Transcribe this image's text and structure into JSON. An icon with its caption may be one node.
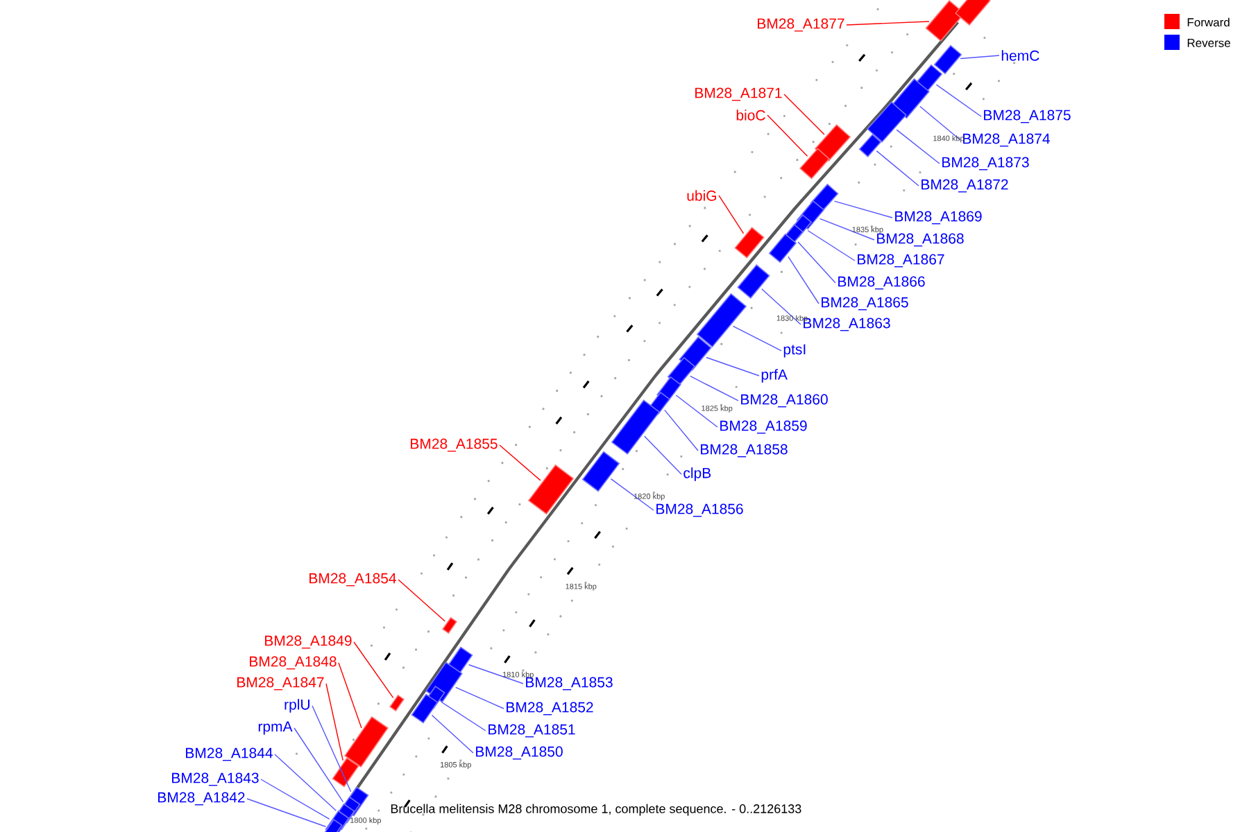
{
  "diagram": {
    "title": "Brucella melitensis M28 chromosome 1, complete sequence. - 0..2126133",
    "nodes": [
      {
        "text": [
          "BM28_A1877"
        ]
      },
      {
        "text": [],
        "shape": "box"
      },
      {
        "text": [
          "hemC"
        ]
      },
      {
        "text": [],
        "shape": "box"
      },
      {
        "text": [
          "BM28_A1871"
        ]
      },
      {
        "text": [],
        "shape": "box"
      },
      {
        "text": [
          "bioC"
        ]
      },
      {
        "text": [],
        "shape": "box"
      },
      {
        "text": [
          "BM28_A1875"
        ]
      },
      {
        "text": [],
        "shape": "box"
      },
      {
        "text": [
          "BM28_A1874"
        ]
      },
      {
        "text": [],
        "shape": "box"
      },
      {
        "text": [
          "BM28_A1873"
        ]
      },
      {
        "text": [],
        "shape": "box"
      },
      {
        "text": [
          "BM28_A1872"
        ]
      },
      {
        "text": [],
        "shape": "box"
      },
      {
        "text": [
          "ubiG"
        ]
      },
      {
        "text": [],
        "shape": "box"
      },
      {
        "text": [
          "BM28_A1869"
        ]
      },
      {
        "text": [],
        "shape": "box"
      },
      {
        "text": [
          "BM28_A1868"
        ]
      },
      {
        "text": [],
        "shape": "box"
      },
      {
        "text": [
          "BM28_A1867"
        ]
      },
      {
        "text": [],
        "shape": "box"
      },
      {
        "text": [
          "BM28_A1866"
        ]
      },
      {
        "text": [],
        "shape": "box"
      },
      {
        "text": [
          "BM28_A1865"
        ]
      },
      {
        "text": [],
        "shape": "box"
      },
      {
        "text": [
          "BM28_A1863"
        ]
      },
      {
        "text": [],
        "shape": "box"
      },
      {
        "text": [
          "ptsI"
        ]
      },
      {
        "text": [],
        "shape": "box"
      },
      {
        "text": [
          "prfA"
        ]
      },
      {
        "text": [],
        "shape": "box"
      },
      {
        "text": [
          "BM28_A1860"
        ]
      },
      {
        "text": [],
        "shape": "box"
      },
      {
        "text": [
          "BM28_A1859"
        ]
      },
      {
        "text": [],
        "shape": "box"
      },
      {
        "text": [
          "BM28_A1855"
        ]
      },
      {
        "text": [],
        "shape": "box"
      },
      {
        "text": [
          "BM28_A1858"
        ]
      },
      {
        "text": [],
        "shape": "box"
      },
      {
        "text": [
          "clpB"
        ]
      },
      {
        "text": [],
        "shape": "box"
      },
      {
        "text": [
          "BM28_A1856"
        ]
      },
      {
        "text": [],
        "shape": "box"
      },
      {
        "text": [
          "BM28_A1854"
        ]
      },
      {
        "text": [],
        "shape": "box"
      },
      {
        "text": [
          "BM28_A1849"
        ]
      },
      {
        "text": [],
        "shape": "box"
      },
      {
        "text": [
          "BM28_A1848"
        ]
      },
      {
        "text": [],
        "shape": "box"
      },
      {
        "text": [
          "BM28_A1853"
        ]
      },
      {
        "text": [],
        "shape": "box"
      },
      {
        "text": [
          "BM28_A1847"
        ]
      },
      {
        "text": [],
        "shape": "box"
      },
      {
        "text": [
          "rplU"
        ]
      },
      {
        "text": [],
        "shape": "box"
      },
      {
        "text": [
          "BM28_A1852"
        ]
      },
      {
        "text": [],
        "shape": "box"
      },
      {
        "text": [
          "rpmA"
        ]
      },
      {
        "text": [],
        "shape": "box"
      },
      {
        "text": [
          "BM28_A1851"
        ]
      },
      {
        "text": [],
        "shape": "box"
      },
      {
        "text": [
          "BM28_A1850"
        ]
      },
      {
        "text": [],
        "shape": "box"
      },
      {
        "text": [
          "BM28_A1844"
        ]
      },
      {
        "text": [],
        "shape": "box"
      },
      {
        "text": [
          "BM28_A1843"
        ]
      },
      {
        "text": [],
        "shape": "box"
      },
      {
        "text": [
          "BM28_A1842"
        ]
      },
      {
        "text": [],
        "shape": "box"
      },
      {
        "text": [],
        "shape": "box"
      }
    ],
    "edges": [
      {
        "from": 0,
        "to": 1,
        "arrow": "none",
        "color": "#ff0000"
      },
      {
        "from": 2,
        "to": 3,
        "arrow": "none"
      },
      {
        "from": 4,
        "to": 5,
        "arrow": "none",
        "color": "#ff0000"
      },
      {
        "from": 6,
        "to": 7,
        "arrow": "none",
        "color": "#ff0000"
      },
      {
        "from": 8,
        "to": 9,
        "arrow": "none"
      },
      {
        "from": 10,
        "to": 11,
        "arrow": "none"
      },
      {
        "from": 12,
        "to": 13,
        "arrow": "none"
      },
      {
        "from": 14,
        "to": 15,
        "arrow": "none"
      },
      {
        "from": 16,
        "to": 17,
        "arrow": "none",
        "color": "#ff0000"
      },
      {
        "from": 18,
        "to": 19,
        "arrow": "none"
      },
      {
        "from": 20,
        "to": 21,
        "arrow": "none"
      },
      {
        "from": 22,
        "to": 23,
        "arrow": "none"
      },
      {
        "from": 24,
        "to": 25,
        "arrow": "none"
      },
      {
        "from": 26,
        "to": 27,
        "arrow": "none"
      },
      {
        "from": 28,
        "to": 29,
        "arrow": "none"
      },
      {
        "from": 30,
        "to": 31,
        "arrow": "none"
      },
      {
        "from": 32,
        "to": 33,
        "arrow": "none"
      },
      {
        "from": 34,
        "to": 35,
        "arrow": "none"
      },
      {
        "from": 36,
        "to": 37,
        "arrow": "none"
      },
      {
        "from": 38,
        "to": 39,
        "arrow": "none",
        "color": "#ff0000"
      },
      {
        "from": 40,
        "to": 41,
        "arrow": "none"
      },
      {
        "from": 42,
        "to": 43,
        "arrow": "none"
      },
      {
        "from": 44,
        "to": 45,
        "arrow": "none"
      },
      {
        "from": 46,
        "to": 47,
        "arrow": "none",
        "color": "#ff0000"
      },
      {
        "from": 48,
        "to": 49,
        "arrow": "none",
        "color": "#ff0000"
      },
      {
        "from": 50,
        "to": 51,
        "arrow": "none",
        "color": "#ff0000"
      },
      {
        "from": 52,
        "to": 53,
        "arrow": "none"
      },
      {
        "from": 54,
        "to": 55,
        "arrow": "none",
        "color": "#ff0000"
      },
      {
        "from": 56,
        "to": 57,
        "arrow": "none"
      },
      {
        "from": 58,
        "to": 59,
        "arrow": "none"
      },
      {
        "from": 60,
        "to": 61,
        "arrow": "none"
      },
      {
        "from": 62,
        "to": 63,
        "arrow": "none"
      },
      {
        "from": 64,
        "to": 65,
        "arrow": "none"
      },
      {
        "from": 66,
        "to": 67,
        "arrow": "none"
      },
      {
        "from": 68,
        "to": 69,
        "arrow": "none"
      },
      {
        "from": 70,
        "to": 71,
        "arrow": "none"
      }
    ],
    "labels": [
      "1840 kbp",
      "1835 kbp",
      "1830 kbp",
      "1825 kbp",
      "1820 kbp",
      "1815 kbp",
      "1810 kbp",
      "1805 kbp",
      "1800 kbp"
    ],
    "legend": [
      {
        "text": "Forward",
        "color": "#ff0000"
      },
      {
        "text": "Reverse",
        "color": "#0000ff"
      }
    ]
  }
}
